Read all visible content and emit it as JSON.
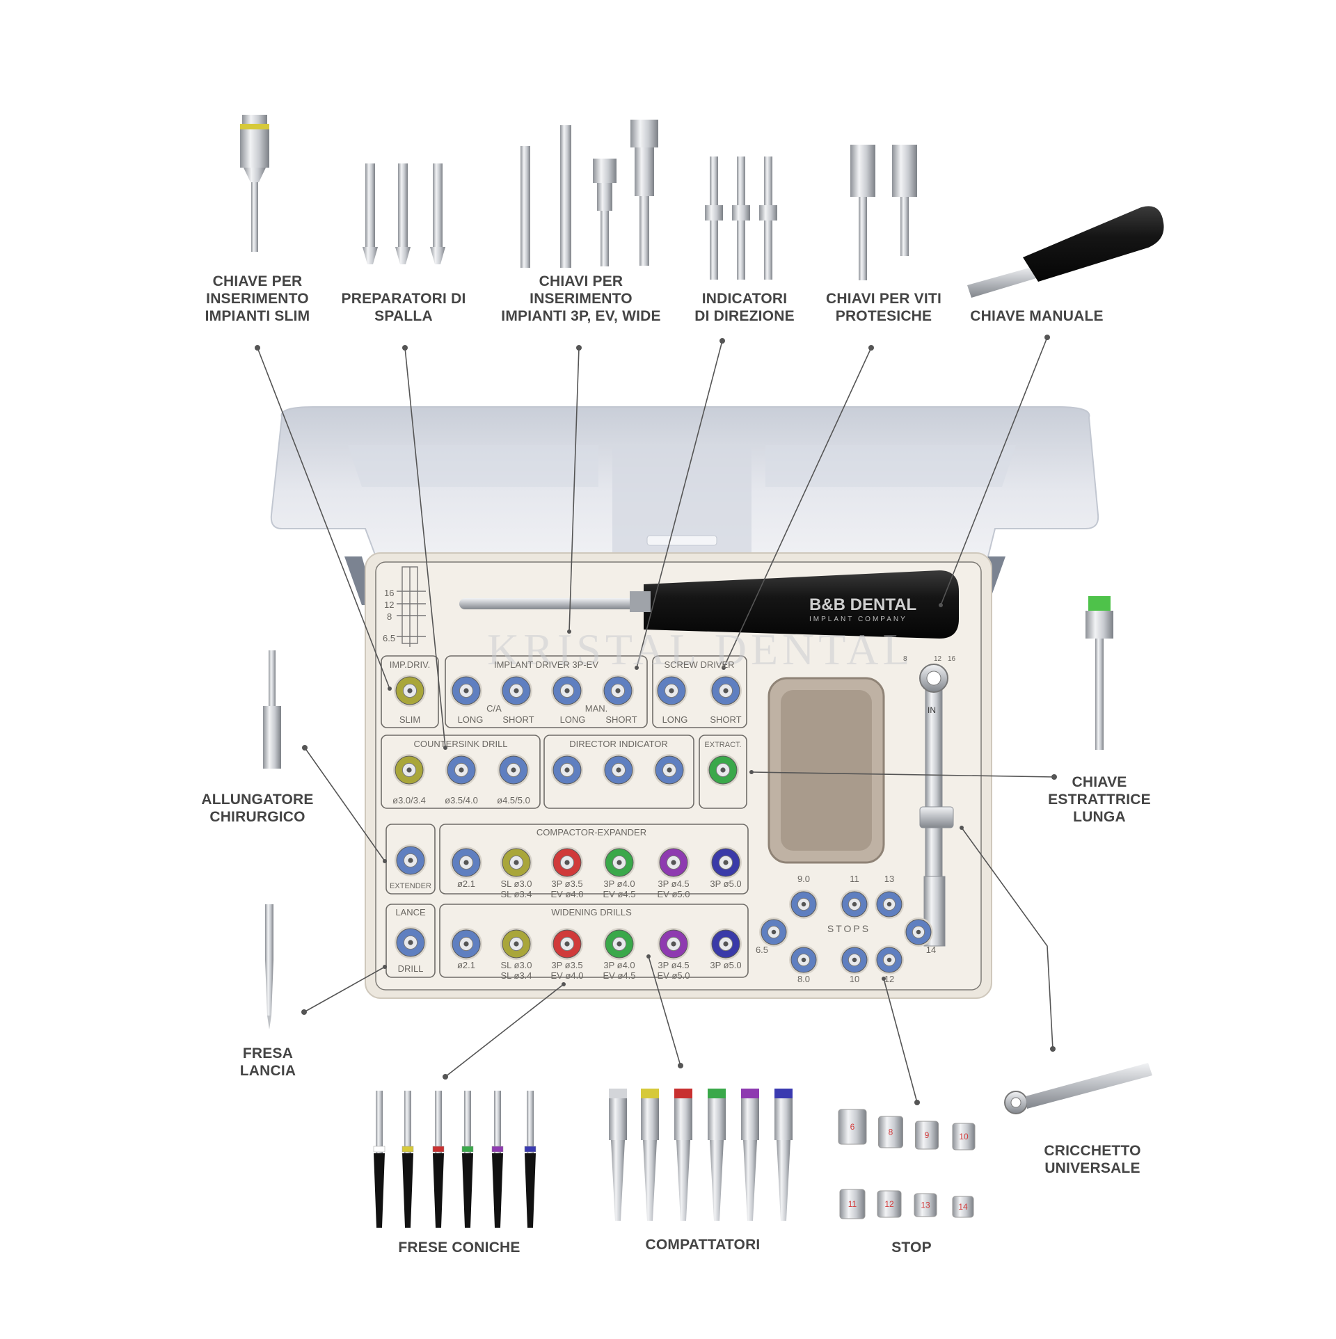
{
  "colors": {
    "label": "#444444",
    "leader": "#555555",
    "case": "#f1ede6",
    "lid": "#d7dbe2",
    "socket_blue": "#5f7fc0",
    "socket_olive": "#a9a63a",
    "socket_red": "#d03a3a",
    "socket_green": "#3aa84a",
    "socket_purple": "#8e3ab0",
    "socket_navy": "#3a3aa8",
    "extract_green": "#3aa84a"
  },
  "callouts": {
    "chiave_slim": [
      "CHIAVE PER",
      "INSERIMENTO",
      "IMPIANTI SLIM"
    ],
    "preparatori": [
      "PREPARATORI DI",
      "SPALLA"
    ],
    "chiavi_3p": [
      "CHIAVI PER",
      "INSERIMENTO",
      "IMPIANTI 3P, EV, WIDE"
    ],
    "indicatori": [
      "INDICATORI",
      "DI DIREZIONE"
    ],
    "chiavi_viti": [
      "CHIAVI PER VITI",
      "PROTESICHE"
    ],
    "chiave_manuale": [
      "CHIAVE MANUALE"
    ],
    "allungatore": [
      "ALLUNGATORE",
      "CHIRURGICO"
    ],
    "chiave_estrattrice": [
      "CHIAVE",
      "ESTRATTRICE",
      "LUNGA"
    ],
    "fresa_lancia": [
      "FRESA",
      "LANCIA"
    ],
    "cricchetto": [
      "CRICCHETTO",
      "UNIVERSALE"
    ],
    "frese_coniche": [
      "FRESE CONICHE"
    ],
    "compattatori": [
      "COMPATTATORI"
    ],
    "stop": [
      "STOP"
    ]
  },
  "brand": {
    "name": "B&B DENTAL",
    "tagline": "IMPLANT COMPANY",
    "watermark": "KRISTAL DENTAL"
  },
  "tray": {
    "gauge_ticks": [
      "16",
      "12",
      "8",
      "6.5"
    ],
    "ratchet_marks": [
      "8",
      "12",
      "16"
    ],
    "ratchet_in": "IN",
    "sections": {
      "imp_driv": "IMP.DRIV.",
      "implant_driver": "IMPLANT DRIVER 3P-EV",
      "screw_driver": "SCREW DRIVER",
      "countersink": "COUNTERSINK DRILL",
      "director": "DIRECTOR INDICATOR",
      "extract": "EXTRACT.",
      "compactor": "COMPACTOR-EXPANDER",
      "lance": "LANCE",
      "widening": "WIDENING DRILLS",
      "stops": "STOPS"
    },
    "labels": {
      "slim": "SLIM",
      "ca": "C/A",
      "man": "MAN.",
      "long": "LONG",
      "short": "SHORT",
      "extender": "EXTENDER",
      "drill": "DRILL"
    },
    "countersink_sizes": [
      "ø3.0/3.4",
      "ø3.5/4.0",
      "ø4.5/5.0"
    ],
    "drill_sizes": [
      [
        "ø2.1"
      ],
      [
        "SL ø3.0",
        "SL ø3.4"
      ],
      [
        "3P ø3.5",
        "EV ø4.0"
      ],
      [
        "3P ø4.0",
        "EV ø4.5"
      ],
      [
        "3P ø4.5",
        "EV ø5.0"
      ],
      [
        "3P ø5.0"
      ]
    ],
    "stop_sizes": [
      "9.0",
      "11",
      "13",
      "6.5",
      "14",
      "8.0",
      "10",
      "12"
    ]
  },
  "products": {
    "stop_numbers": [
      "6",
      "8",
      "9",
      "10",
      "11",
      "12",
      "13",
      "14"
    ]
  }
}
